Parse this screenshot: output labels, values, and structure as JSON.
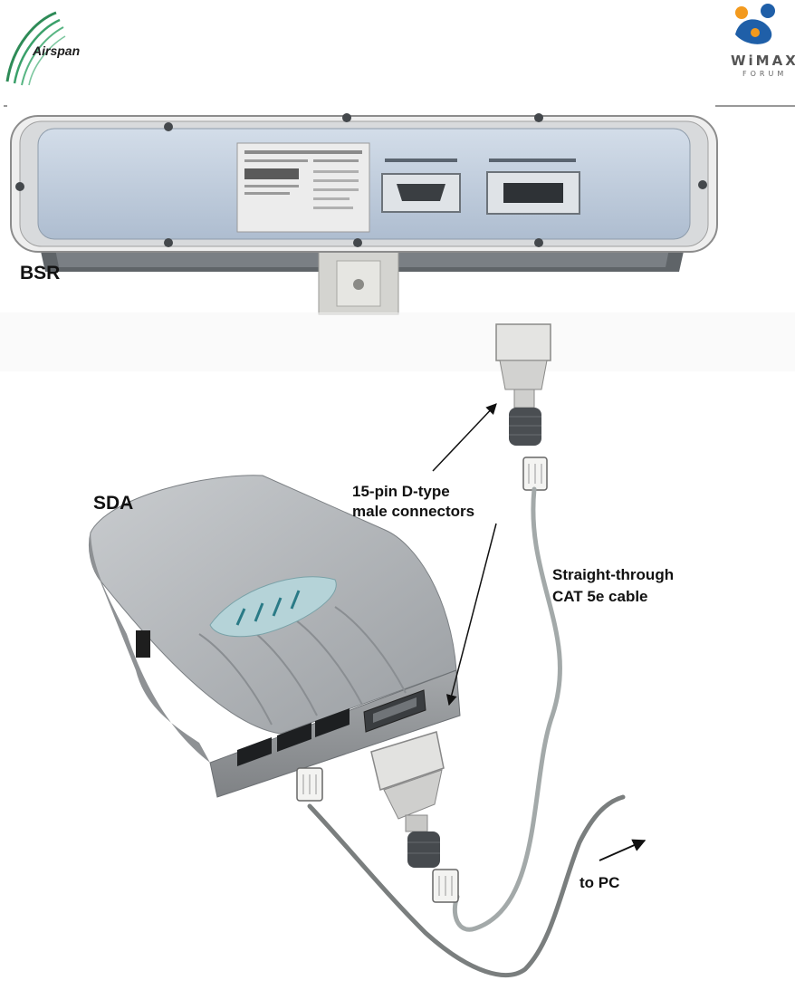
{
  "header": {
    "left_logo_text": "Airspan",
    "right_logo_text": "WiMAX",
    "right_logo_subtext": "FORUM"
  },
  "labels": {
    "bsr": "BSR",
    "sda": "SDA",
    "connectors_line1": "15-pin D-type",
    "connectors_line2": "male connectors",
    "cable_line1": "Straight-through",
    "cable_line2": "CAT 5e cable",
    "to_pc": "to PC"
  },
  "colors": {
    "airspan_green": "#2e8b57",
    "wimax_blue": "#1f5fa8",
    "wimax_orange": "#f39a1e",
    "panel_blue": "#b8c7da",
    "device_gray": "#a9acaf",
    "cable_gray": "#9aa0a0"
  }
}
